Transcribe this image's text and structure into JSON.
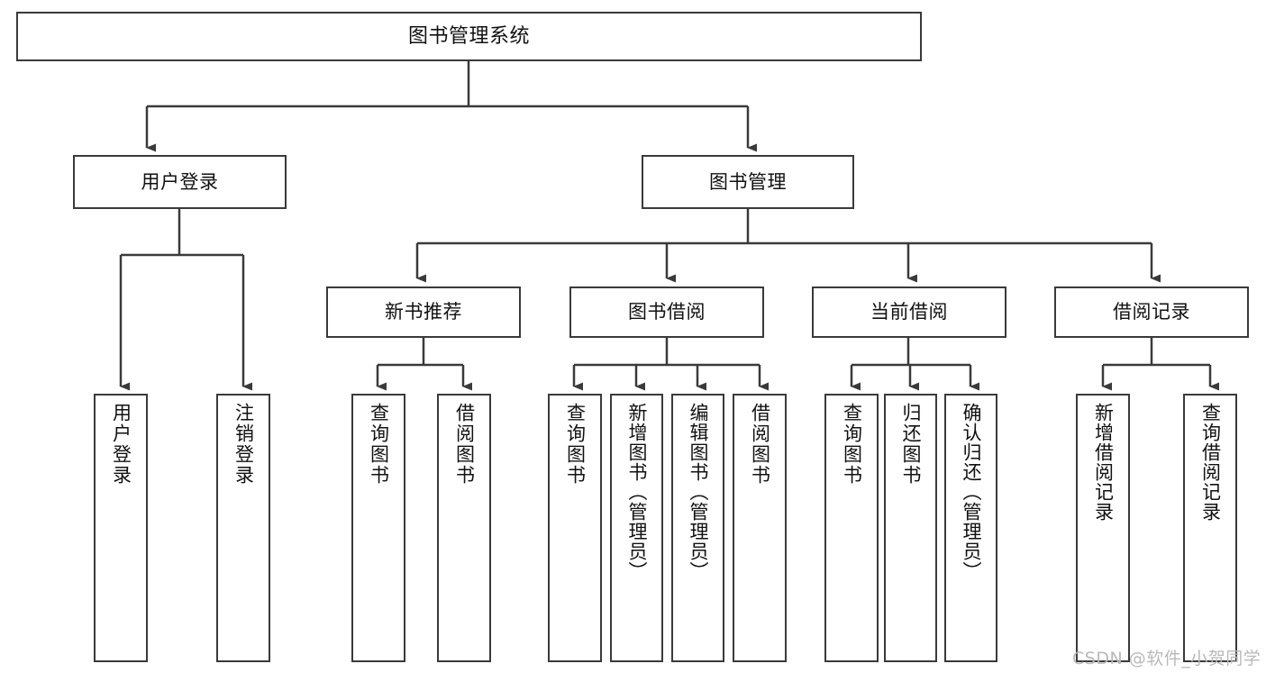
{
  "diagram": {
    "title": "图书管理系统",
    "type": "tree-hierarchy-chart",
    "root": {
      "label": "图书管理系统"
    },
    "level2": [
      {
        "label": "用户登录"
      },
      {
        "label": "图书管理"
      }
    ],
    "level3": [
      {
        "label": "新书推荐"
      },
      {
        "label": "图书借阅"
      },
      {
        "label": "当前借阅"
      },
      {
        "label": "借阅记录"
      }
    ],
    "leaves": {
      "user_login": [
        {
          "label": "用户登录"
        },
        {
          "label": "注销登录"
        }
      ],
      "new_book_recommend": [
        {
          "label": "查询图书"
        },
        {
          "label": "借阅图书"
        }
      ],
      "book_borrow": [
        {
          "label": "查询图书"
        },
        {
          "label": "新增图书（管理员）"
        },
        {
          "label": "编辑图书（管理员）"
        },
        {
          "label": "借阅图书"
        }
      ],
      "current_borrow": [
        {
          "label": "查询图书"
        },
        {
          "label": "归还图书"
        },
        {
          "label": "确认归还（管理员）"
        }
      ],
      "borrow_record": [
        {
          "label": "新增借阅记录"
        },
        {
          "label": "查询借阅记录"
        }
      ]
    }
  },
  "watermark": {
    "text": "CSDN @软件_小贺同学"
  },
  "colors": {
    "stroke": "#3a3a3a",
    "fill": "#ffffff",
    "text": "#111111",
    "watermark": "#b9b9b9"
  }
}
